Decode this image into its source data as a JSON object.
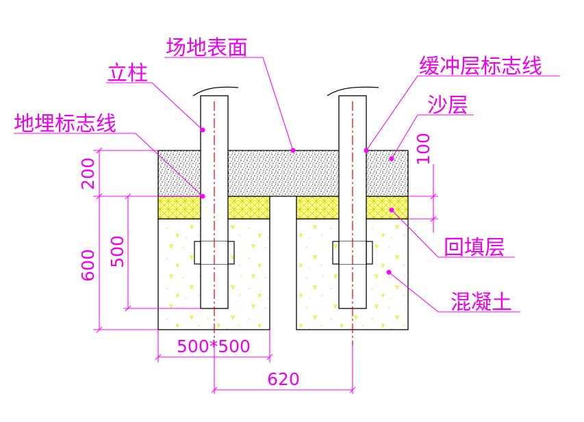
{
  "labels": {
    "surface": "场地表面",
    "post": "立柱",
    "buried_marker": "地埋标志线",
    "buffer_marker": "缓冲层标志线",
    "sand": "沙层",
    "backfill": "回填层",
    "concrete": "混凝土"
  },
  "dimensions": {
    "d200": "200",
    "d600": "600",
    "d500": "500",
    "d100": "100",
    "footing": "500*500",
    "spacing": "620"
  },
  "colors": {
    "label": "#ee00ee",
    "leader": "#ff00ff",
    "dimension": "#ff00ff",
    "centerline": "#dd0000",
    "outline": "#000000",
    "backfill": "#ffff99",
    "concrete_dots": "#e8e800"
  }
}
